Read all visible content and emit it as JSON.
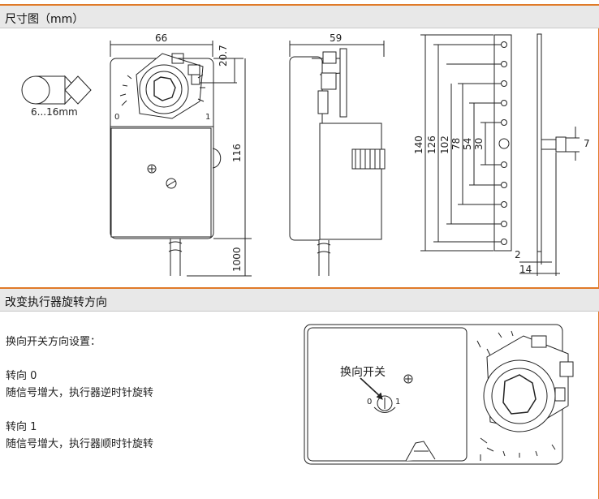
{
  "sections": {
    "dimensions_title": "尺寸图（mm）",
    "rotation_title": "改变执行器旋转方向"
  },
  "shaft": {
    "range_label": "6...16mm"
  },
  "front_view": {
    "width_label": "66",
    "top_height_label": "20.7",
    "height_label": "116",
    "cable_label": "1000",
    "scale_zero": "0",
    "scale_one": "1"
  },
  "side_view": {
    "width_label": "59"
  },
  "bracket_view": {
    "dims": [
      "140",
      "126",
      "102",
      "78",
      "54",
      "30"
    ],
    "offset_label": "7",
    "thickness_label": "2",
    "depth_label": "14"
  },
  "instructions": {
    "heading": "换向开关方向设置：",
    "dir0_title": "转向 0",
    "dir0_desc": "随信号增大，执行器逆时针旋转",
    "dir1_title": "转向 1",
    "dir1_desc": "随信号增大，执行器顺时针旋转"
  },
  "diagram2": {
    "switch_label": "换向开关",
    "pos0": "0",
    "pos1": "1"
  }
}
